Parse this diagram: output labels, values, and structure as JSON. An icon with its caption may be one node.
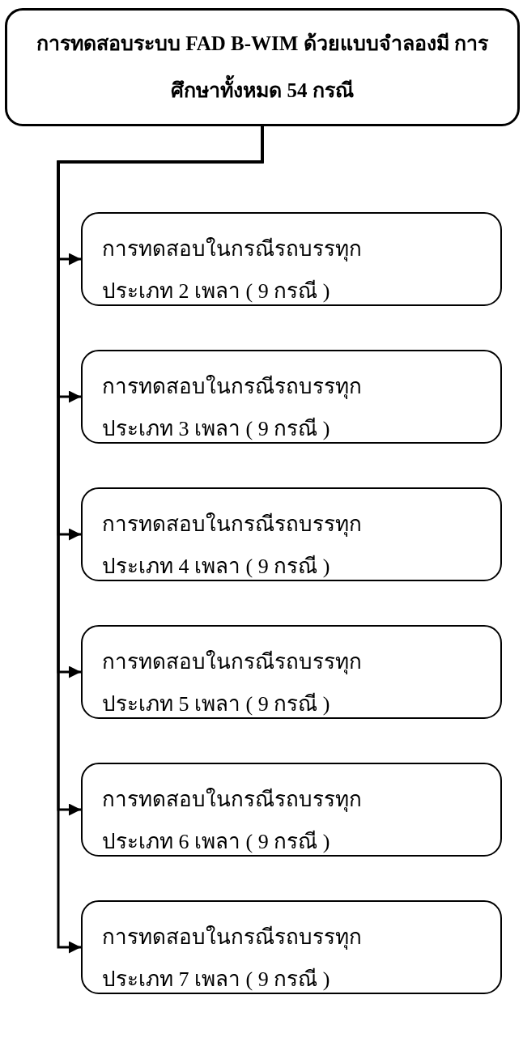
{
  "diagram": {
    "nodes": [
      {
        "text": [
          "การทดสอบระบบ FAD B-WIM ด้วยแบบจำลองมี การศึกษาทั้งหมด 54 กรณี"
        ]
      },
      {
        "text": [
          "การทดสอบในกรณีรถบรรทุก ประเภท 2 เพลา ( 9 กรณี )"
        ]
      },
      {
        "text": [
          "การทดสอบในกรณีรถบรรทุก ประเภท 3 เพลา ( 9 กรณี )"
        ]
      },
      {
        "text": [
          "การทดสอบในกรณีรถบรรทุก ประเภท 4 เพลา ( 9 กรณี )"
        ]
      },
      {
        "text": [
          "การทดสอบในกรณีรถบรรทุก ประเภท 5 เพลา ( 9 กรณี )"
        ]
      },
      {
        "text": [
          "การทดสอบในกรณีรถบรรทุก ประเภท 6 เพลา ( 9 กรณี )"
        ]
      },
      {
        "text": [
          "การทดสอบในกรณีรถบรรทุก ประเภท 7 เพลา ( 9 กรณี )"
        ]
      }
    ],
    "edges": [
      {
        "from": 0,
        "to": 1,
        "arrow": "to"
      },
      {
        "from": 0,
        "to": 2,
        "arrow": "to"
      },
      {
        "from": 0,
        "to": 3,
        "arrow": "to"
      },
      {
        "from": 0,
        "to": 4,
        "arrow": "to"
      },
      {
        "from": 0,
        "to": 5,
        "arrow": "to"
      },
      {
        "from": 0,
        "to": 6,
        "arrow": "to"
      }
    ]
  }
}
